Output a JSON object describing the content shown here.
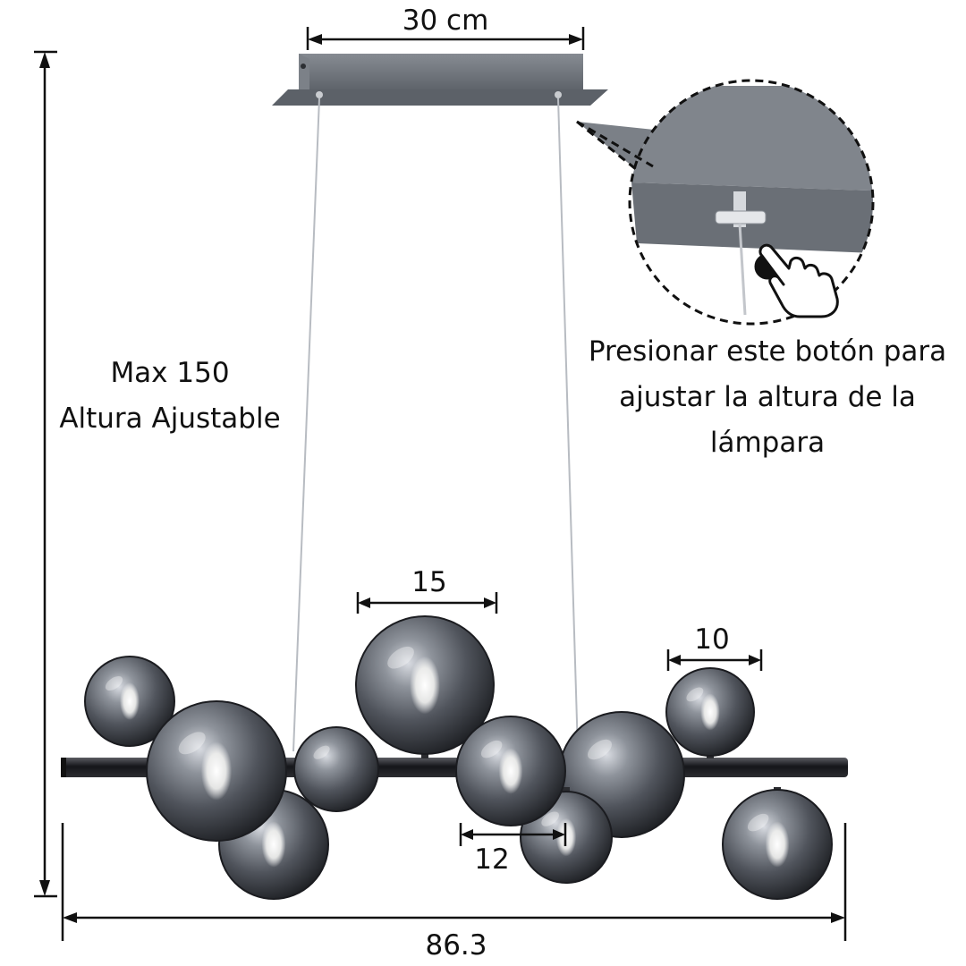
{
  "dimensions": {
    "canopy_width": "30 cm",
    "large_globe": "15",
    "small_globe": "10",
    "medium_globe": "12",
    "total_length": "86.3"
  },
  "height_note": {
    "line1": "Max 150",
    "line2": "Altura Ajustable"
  },
  "button_note": {
    "line1": "Presionar este botón para",
    "line2": "ajustar la altura de la",
    "line3": "lámpara"
  },
  "colors": {
    "canopy": "#6f747b",
    "glass": "#4b4f57",
    "bar": "#1c1c1f",
    "lines": "#111111"
  },
  "icons": [
    "hand-pointer-icon"
  ]
}
